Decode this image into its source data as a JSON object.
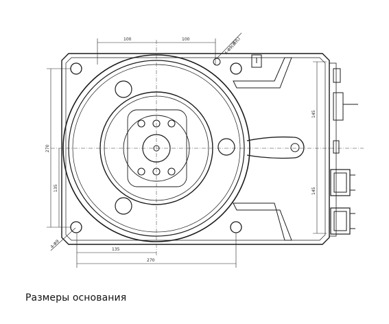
{
  "caption": "Размеры основания",
  "dimensions": {
    "top_left": "100",
    "top_right": "100",
    "bolt_callout_top": "4-Φ9(通孔)",
    "bolt_callout_bottom": "4-Φ9",
    "left_total": "270",
    "left_lower": "135",
    "right_upper": "145",
    "right_lower": "145",
    "bottom_inner": "135",
    "bottom_total": "270"
  },
  "colors": {
    "line": "#1a1a1a",
    "background": "#ffffff"
  }
}
